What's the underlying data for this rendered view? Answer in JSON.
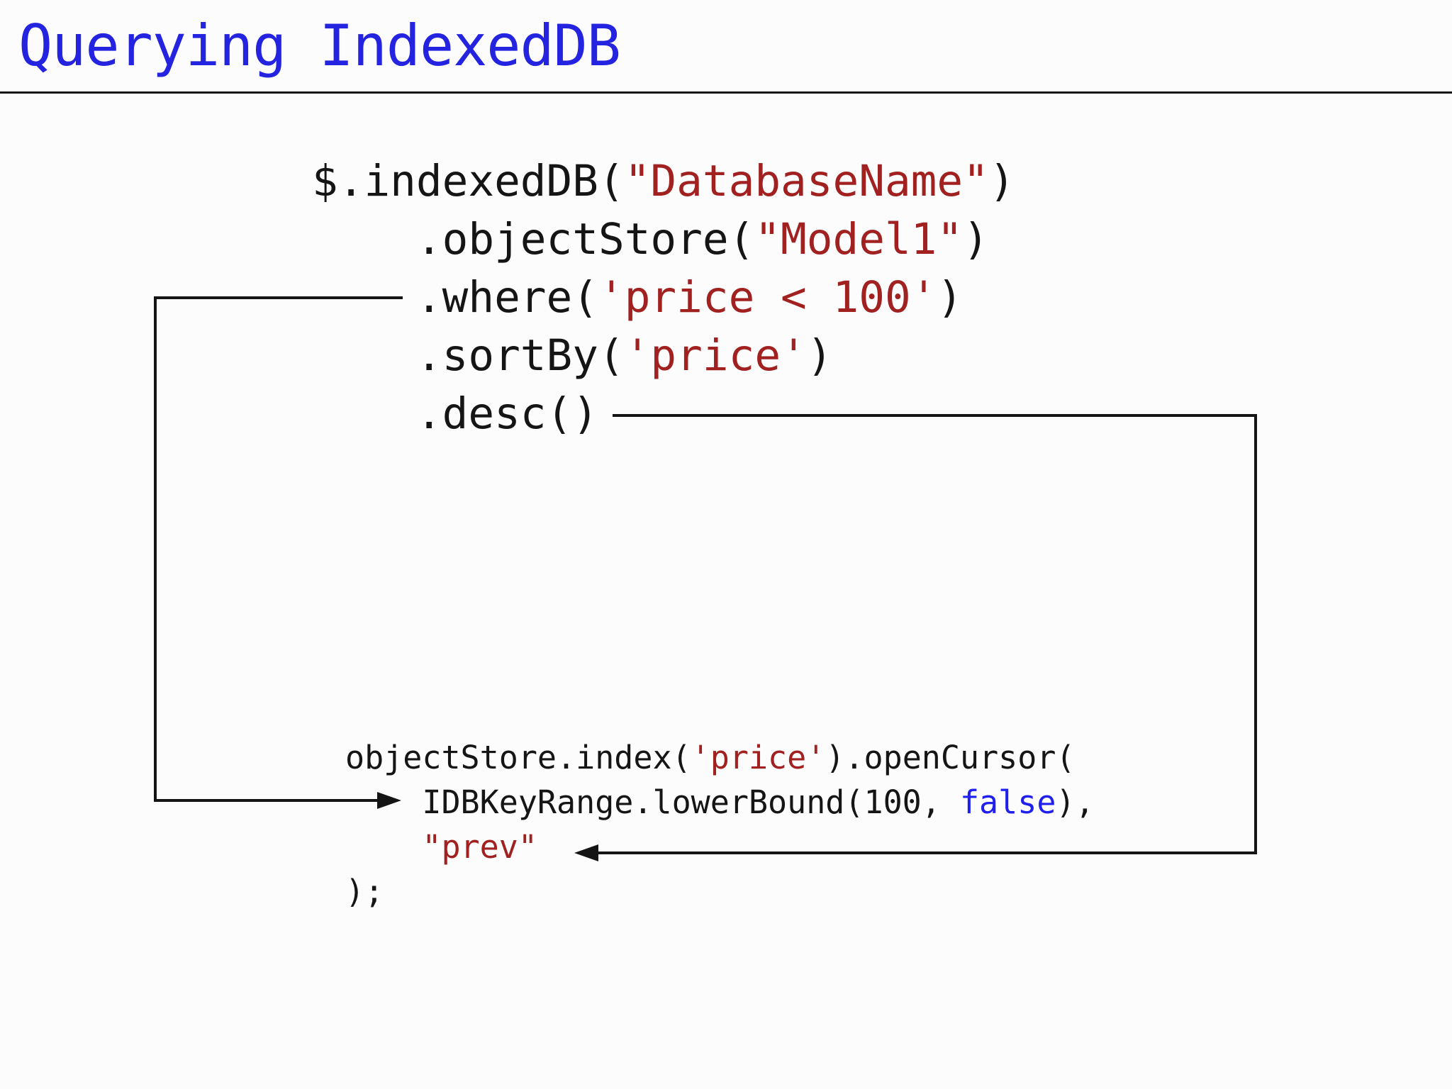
{
  "title": "Querying IndexedDB",
  "colors": {
    "background": "#fcfcfc",
    "title_blue": "#2323e0",
    "code_black": "#151515",
    "string_red": "#a12020",
    "keyword_blue": "#2020ee",
    "connector_black": "#141414"
  },
  "code_top": {
    "lines": [
      {
        "segments": [
          {
            "text": "$.indexedDB("
          },
          {
            "text": "\"DatabaseName\""
          },
          {
            "text": ")"
          }
        ]
      },
      {
        "segments": [
          {
            "text": "    .objectStore("
          },
          {
            "text": "\"Model1\""
          },
          {
            "text": ")"
          }
        ]
      },
      {
        "segments": [
          {
            "text": "    .where("
          },
          {
            "text": "'price < 100'"
          },
          {
            "text": ")"
          }
        ]
      },
      {
        "segments": [
          {
            "text": "    .sortBy("
          },
          {
            "text": "'price'"
          },
          {
            "text": ")"
          }
        ]
      },
      {
        "segments": [
          {
            "text": "    .desc()"
          }
        ]
      }
    ]
  },
  "code_bottom": {
    "lines": [
      {
        "segments": [
          {
            "text": "objectStore.index("
          },
          {
            "text": "'price'"
          },
          {
            "text": ").openCursor("
          }
        ]
      },
      {
        "segments": [
          {
            "text": "    IDBKeyRange.lowerBound(100, "
          },
          {
            "text": "false"
          },
          {
            "text": "),"
          }
        ]
      },
      {
        "segments": [
          {
            "text": "    "
          },
          {
            "text": "\"prev\""
          }
        ]
      },
      {
        "segments": [
          {
            "text": ");"
          }
        ]
      }
    ]
  }
}
